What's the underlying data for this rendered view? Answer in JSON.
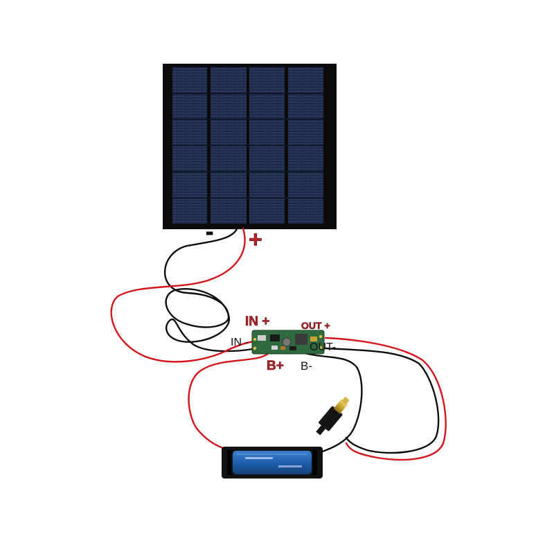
{
  "panel_polarity": {
    "negative": "-",
    "positive": "+"
  },
  "module_labels": {
    "in_plus": "IN +",
    "in_minus": "IN -",
    "out_plus": "OUT +",
    "out_minus": "OUT-",
    "b_plus": "B+",
    "b_minus": "B-"
  },
  "colors": {
    "label_red": "#b3262b",
    "label_black": "#111111",
    "wire_red": "#d3141c",
    "wire_black": "#0d0d0d",
    "panel_cells": "#1f2c48",
    "board_green": "#2f6b3e",
    "battery_blue": "#1f5fae"
  },
  "icons": [
    "solar-panel",
    "boost-module-board",
    "battery-holder",
    "dc-barrel-plug"
  ]
}
